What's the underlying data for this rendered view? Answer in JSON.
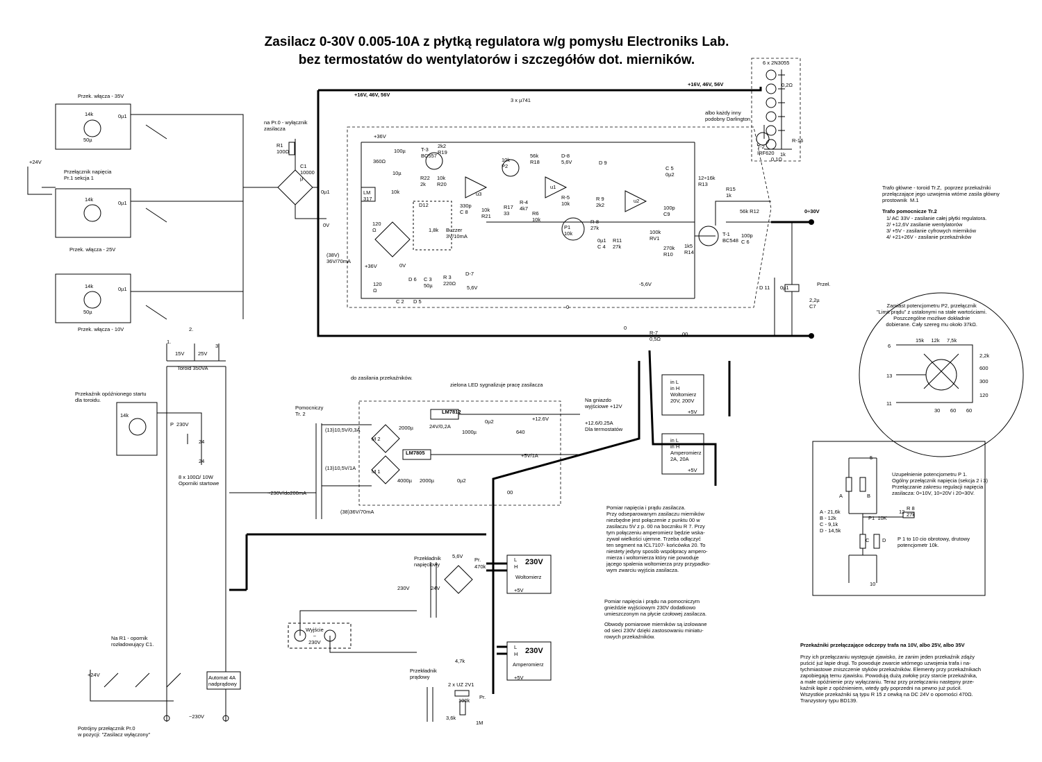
{
  "title": {
    "line1": "Zasilacz 0-30V  0.005-10A z płytką regulatora w/g pomysłu Electroniks Lab.",
    "line2": "bez termostatów do wentylatorów i szczegółów dot. mierników."
  },
  "labels": {
    "rail_top_left": "+16V, 46V, 56V",
    "rail_top_right": "+16V, 46V, 56V",
    "transistors": "3 x µ741",
    "power_tr": "6 x 2N3055",
    "darlington": "albo każdy inny\npodobny Darlington",
    "relay1": "Przek. włącza - 35V",
    "relay2": "Przek. włącza - 25V",
    "relay3": "Przek. włącza - 10V",
    "switch_pr1": "Przełącznik napięcia\nPr.1 sekcja 1",
    "plus24": "+24V",
    "toroid": "Toroid 350VA",
    "v15": "15V",
    "v25": "25V",
    "n1": "1.",
    "n2": "2.",
    "n3": "3.",
    "pr0": "na Pr.0 - wyłącznik\nzasilacza",
    "r1": "R1\n100Ω",
    "c1": "C1\n10000\nµ",
    "c1b": "0µ1",
    "zero_v": "0V",
    "v36": "+36V",
    "t3": "T-3\nBC557",
    "r19": "2k2\nR19",
    "lm317": "LM\n317",
    "r360": "360Ω",
    "c10u": "10µ",
    "c100u": "100µ",
    "k10": "10k",
    "r120": "120\nΩ",
    "r22": "R22\n2k",
    "r20": "10k\nR20",
    "d12": "D12",
    "buzzer": "Buzzer\n3V/10mA",
    "k18": "1,8k",
    "c8": "330p\nC 8",
    "r21": "10k\nR21",
    "r17": "R17\n33",
    "r4": "R-4\n4k7",
    "r6": "R6\n10k",
    "r5": "R-5\n10k",
    "r18": "56k\nR18",
    "d8": "D-8\n5,6V",
    "d9": "D 9",
    "p2": "10k\nP2",
    "p1": "P1\n10k",
    "r8": "R-8\n27k",
    "r9": "R 9\n2k2",
    "c4": "0µ1\nC 4",
    "r11": "R11\n27k",
    "u1": "u1",
    "u2": "u2",
    "u3": "u3",
    "c5": "C 5\n0µ2",
    "r13": "12÷16k\nR13",
    "r15": "R15\n1k",
    "r12": "56k R12",
    "c9": "100p\nC9",
    "rv1": "100k\nRV1",
    "r10": "270k\nR10",
    "r14": "1k5\nR14",
    "t1": "T-1\nBC548",
    "c6": "100p\nC 6",
    "t2": "T-2\nIRF620",
    "r16": "R-16",
    "k1": "1k",
    "r010": "0,1Ω",
    "r02": "0,2Ω",
    "out": "0÷30V",
    "d11": "D 11",
    "c0u1": "0µ1",
    "c7": "2,2µ\nC7",
    "przel": "Przeł.",
    "r7": "R-7\n0,5Ω",
    "oo": "00",
    "o0": "0",
    "v56n": "-5,6V",
    "v56": "5,6V",
    "d7": "D-7",
    "r3": "R 3\n220Ω",
    "c3": "C 3\n50µ",
    "d6": "D 6",
    "d5": "D 5",
    "c2": "C 2",
    "v38": "(38V)\n36V/70mA",
    "v36b": "+36V",
    "zero_v2": "0V",
    "r120b": "120\nΩ",
    "k14": "14k",
    "c50u": "50µ",
    "c0u1b": "0µ1",
    "delay_relay": "Przekaźnik opóźnionego startu\ndla toroidu.",
    "p230": "P  230V",
    "r8x": "8 x 100Ω/ 10W\nOporniki startowe",
    "r24": "24",
    "aux_label": "Pomocniczy\nTr. 2",
    "relay_supply": "do zasilania przekaźników.",
    "green_led": "zielona LED sygnalizuje pracę zasilacza",
    "lm7812": "LM7812",
    "lm7805": "LM7805",
    "c2000a": "2000µ",
    "c2000b": "2000µ",
    "c4000": "4000µ",
    "c1000": "1000µ",
    "c0u2": "0µ2",
    "c0u2b": "0µ2",
    "sec1": "(13)10,5V/0,3A",
    "sec2": "(13)10,5V/1A",
    "sec3": "(38)36V/70mA",
    "v24_02": "24V/0,2A",
    "r640": "640",
    "v126": "+12.6V",
    "v5_1a": "+5V/1A",
    "out12": "Na gniazdo\nwyjściowe +12V",
    "out_term": "+12.6/0.25A\nDla termostatów",
    "v230do": "~230V/do200mA",
    "voltm": "in L\nin H\nWoltomierz\n20V, 200V",
    "ampm": "in L\nin H\nAmperomierz\n2A, 20A",
    "p5v": "+5V",
    "p5v2": "+5V",
    "m1": "M 1",
    "m2": "M 2",
    "meas_note": "Pomiar napięcia i prądu zasilacza.\nPrzy odseparowanym zasilaczu mierników\nniezbędne jest połączenie z punktu 00 w\nzasilaczu 5V z p. 00 na boczniku R 7. Przy\ntym połączeniu amperomierz będzie wska-\nzywał wielkości ujemne. Trzeba odłączyć\nten segment na ICL7107- końcówka 20. To\nniestety jedyny sposób współpracy ampero-\nmierza i woltomierza który nie powoduje\njącego spalenia woltomierza przy przypadko-\nwym zwarciu wyjścia zasilacza.",
    "meas_note2": "Pomiar napięcia i prądu na pomocniczym\ngnieździe wyjściowym 230V dodatkowo\numieszczonym na płycie czołowej zasilacza.",
    "meas_note3": "Obwody pomiarowe mierników są izolowane\nod sieci 230V dzięki zastosowaniu miniatu-\nrowych przekaźników.",
    "v_trans": "Przekładnik\nnapięciowy",
    "v56z": "5,6V",
    "pr": "Pr.",
    "k470": "470k",
    "v230a": "230V",
    "v24": "24V",
    "vm230": "230V",
    "vm230b": "Woltomierz",
    "vm_l": "L",
    "vm_h": "H",
    "am230": "230V",
    "am230b": "Amperomierz",
    "am_l": "L",
    "am_h": "H",
    "out230": "Wyjście\n~\n230V",
    "i_trans": "Przekładnik\nprądowy",
    "k47": "4,7k",
    "uz2v1": "2 x UZ 2V1",
    "k100": "100k",
    "k36": "3,6k",
    "m1x": "1M",
    "prb": "Pr.",
    "r1note": "Na R1 - opornik\nrozładowujący C1.",
    "plus24b": "+24V",
    "pr0switch": "Potrójny przełącznik Pr.0\nw pozycji: \"Zasilacz wyłączony\"",
    "auto4a": "Automat 4A\nnadprądowy",
    "ac230": "~230V",
    "notes_trafo1": "Trafo główne - toroid Tr.Z,  poprzez przekaźniki\nprzełączające jego uzwojenia wtórne zasila główny\nprostownik  M.1",
    "notes_trafo2": "Trafo pomocnicze Tr.2",
    "notes_trafo2_list": "1/ AC 33V - zasilanie całej płytki regulatora.\n2/ +12,6V zasilanie wentylatorów\n3/ +5V - zasilanie cyfrowych mierników\n4/ +21+26V - zasilanie przekaźników",
    "pot_note": "Zamiast potencjometru P2, przełącznik\n\"Limit prądu\" z ustalonymi na stałe wartościami.\nPoszczególne możliwe dokładnie\ndobierane. Cały szereg mu około 37kΩ.",
    "pot_vals_top": "15k     12k     7,5k",
    "pot_2k2": "2,2k",
    "pot_600": "600",
    "pot_300": "300",
    "pot_120": "120",
    "pot_bottom": "30       60       60",
    "n6": "6",
    "n13": "13",
    "n11": "11",
    "ext_note": "Uzupełnienie potencjometru P 1.\nOgólny przełącznik napięcia (sekcja 2 i 3)\nPrzełączanie zakresu regulacji napięcia\nzasilacza: 0÷10V, 10÷20V i 20÷30V.",
    "ext_vals": "A - 21,6k\nB - 12k\nC - 9,1k\nD - 14,5k",
    "ext_a": "A",
    "ext_b": "B",
    "ext_c": "C",
    "ext_d": "D",
    "ext_p1": "P1  10K",
    "ext_r8": "R 8\n27k",
    "ext_n5": "5",
    "ext_n12": "12",
    "ext_n10": "10",
    "ext_note2": "P 1 to 10 cio obrotowy, drutowy\npotencjometr 10k.",
    "relay_note_head": "Przekaźniki przełączające odczepy trafa na 10V, albo 25V, albo 35V",
    "relay_note": "Przy ich przełączaniu występuje zjawisko, że zanim jeden przekaźnik zdąży\npuścić już łapie drugi. To powoduje zwarcie wtórnego uzwojenia trafa i na-\ntychmiastowe zniszczenie styków przekaźników. Elementy przy przekaźnikach\nzapobiegają temu zjawisku. Powodują dużą zwłokę przy starcie przekaźnika,\na małe opóźnienie przy wyłączaniu. Teraz przy przełączaniu następny prze-\nkaźnik łapie z opóźnieniem, wtedy gdy poprzedni na pewno już puścił.\nWszystkie przekaźniki są typu R 15 z cewką na DC 24V o oporności 470Ω.\nTranzystory typu BD139."
  }
}
